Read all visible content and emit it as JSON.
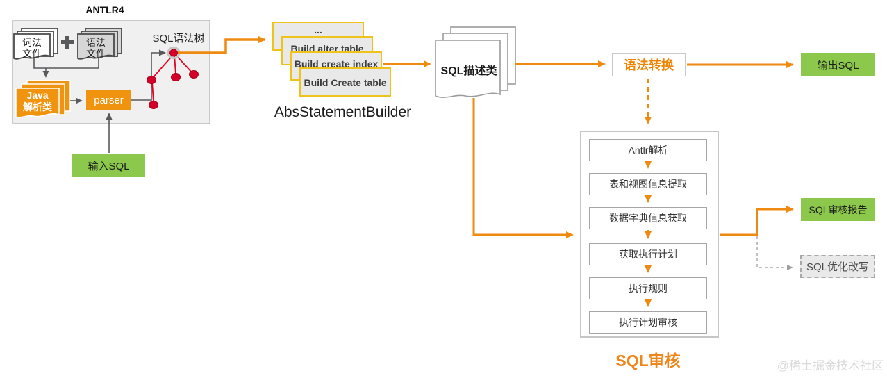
{
  "colors": {
    "orange_arrow": "#EE8A10",
    "orange_box": "#F0930F",
    "orange_text": "#F08300",
    "green": "#8CC84B",
    "red_node": "#D40029",
    "red_edge": "#E30021",
    "yellow_card_border": "#EFC319",
    "gray_border": "#C9C9C9"
  },
  "icons": {
    "plus": "plus-icon",
    "lexer_docs": "document-stack-icon",
    "grammar_docs": "document-stack-icon",
    "java_docs": "document-stack-icon",
    "descriptor_doc": "document-stack-icon",
    "syntax_tree": "syntax-tree-icon"
  },
  "antlr": {
    "title": "ANTLR4",
    "lexer_line1": "词法",
    "lexer_line2": "文件",
    "grammar_line1": "语法",
    "grammar_line2": "文件",
    "java_line1": "Java",
    "java_line2": "解析类",
    "parser": "parser",
    "tree_label": "SQL语法树"
  },
  "input_sql": "输入SQL",
  "builder": {
    "cards": [
      "...",
      "Build alter table",
      "Build create index",
      "Build Create table"
    ],
    "label": "AbsStatementBuilder"
  },
  "descriptor": "SQL描述类",
  "transform": "语法转换",
  "output_sql": "输出SQL",
  "audit": {
    "steps": [
      "Antlr解析",
      "表和视图信息提取",
      "数据字典信息获取",
      "获取执行计划",
      "执行规则",
      "执行计划审核"
    ],
    "label": "SQL审核"
  },
  "report": "SQL审核报告",
  "rewrite": "SQL优化改写",
  "watermark": "@稀土掘金技术社区"
}
